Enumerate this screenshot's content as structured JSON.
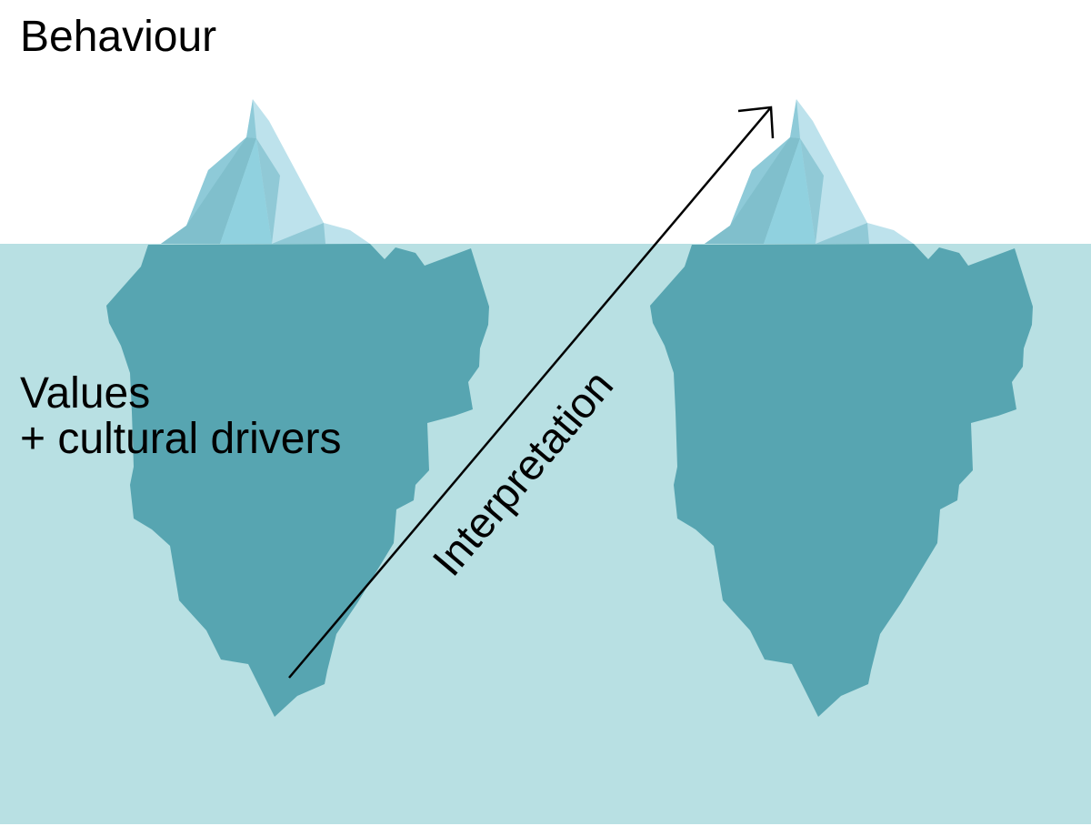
{
  "labels": {
    "top": "Behaviour",
    "bottom_line1": "Values",
    "bottom_line2": "+ cultural drivers",
    "arrow": "Interpretation"
  },
  "colors": {
    "water": "#b8e0e3",
    "iceberg_underwater": "#57a5b1",
    "ice_light": "#bde2ec",
    "ice_mid": "#8ecad8",
    "ice_dark": "#80bfcc",
    "ice_center": "#90d1df",
    "ice_shade": "#90c9d6"
  }
}
